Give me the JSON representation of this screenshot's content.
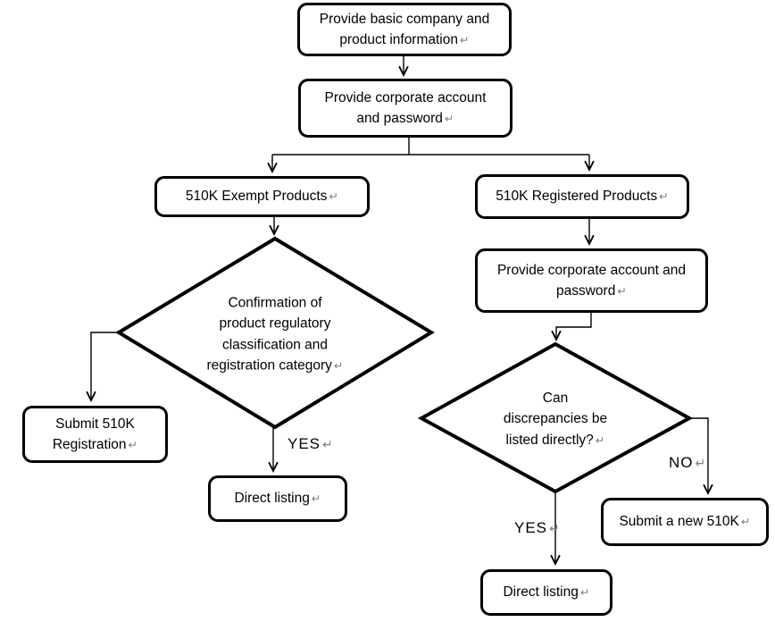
{
  "return_glyph": "↵",
  "colors": {
    "stroke": "#000000",
    "background": "#ffffff",
    "text": "#000000",
    "return_mark": "#808080"
  },
  "nodes": {
    "basic_info": {
      "lines": [
        "Provide basic company and",
        "product information"
      ]
    },
    "corporate_account_1": {
      "lines": [
        "Provide corporate account",
        "and password"
      ]
    },
    "exempt_products": {
      "lines": [
        "510K Exempt Products"
      ]
    },
    "registered_products": {
      "lines": [
        "510K Registered Products"
      ]
    },
    "corporate_account_2": {
      "lines": [
        "Provide corporate account and",
        "password"
      ]
    },
    "classification_decision": {
      "lines": [
        "Confirmation of",
        "product regulatory",
        "classification and",
        "registration category"
      ]
    },
    "submit_510k_registration": {
      "lines": [
        "Submit 510K",
        "Registration"
      ]
    },
    "direct_listing_left": {
      "lines": [
        "Direct listing"
      ]
    },
    "discrepancy_decision": {
      "lines": [
        "Can",
        "discrepancies be",
        "listed directly?"
      ]
    },
    "submit_new_510k": {
      "lines": [
        "Submit a new 510K"
      ]
    },
    "direct_listing_right": {
      "lines": [
        "Direct listing"
      ]
    }
  },
  "labels": {
    "yes_left": "YES",
    "yes_right": "YES",
    "no_right": "NO"
  }
}
